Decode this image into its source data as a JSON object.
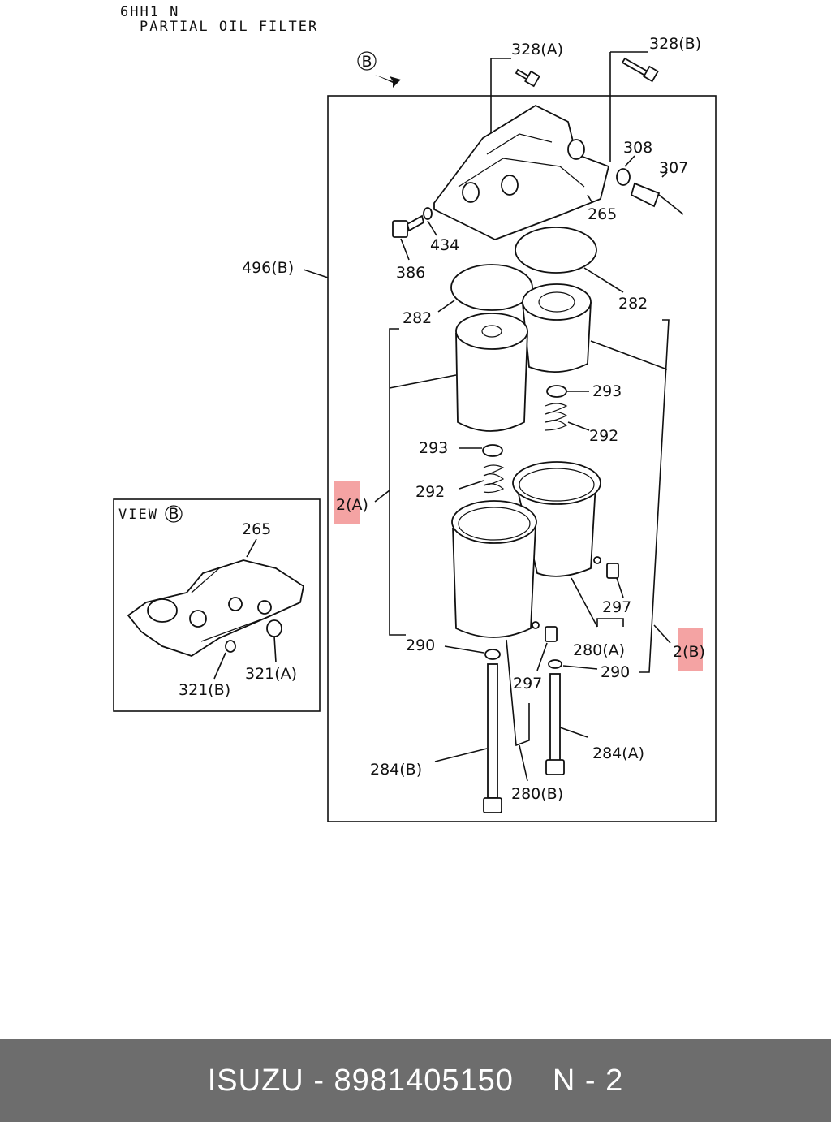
{
  "header": {
    "model": "6HH1 N",
    "title": "PARTIAL OIL FILTER"
  },
  "view_marker": "B",
  "inset": {
    "label": "VIEW",
    "marker": "B",
    "callouts": {
      "housing": "265",
      "oring_b": "321(B)",
      "oring_a": "321(A)"
    }
  },
  "callouts": {
    "bolt_a": "328(A)",
    "bolt_b": "328(B)",
    "gasket_308": "308",
    "sensor_307": "307",
    "housing_265": "265",
    "washer_434": "434",
    "plug_386": "386",
    "assembly_496b": "496(B)",
    "oring_282_left": "282",
    "oring_282_right": "282",
    "seat_293_right": "293",
    "spring_292_right": "292",
    "seat_293_left": "293",
    "spring_292_left": "292",
    "element_2a": "2(A)",
    "element_2b": "2(B)",
    "drain_297_right": "297",
    "drain_297_left": "297",
    "case_280a": "280(A)",
    "case_280b": "280(B)",
    "washer_290_left": "290",
    "washer_290_right": "290",
    "bolt_284a": "284(A)",
    "bolt_284b": "284(B)"
  },
  "highlight_color": "#f4a3a3",
  "footer": {
    "brand": "ISUZU",
    "separator": "-",
    "part_number": "8981405150",
    "page": "N - 2"
  }
}
